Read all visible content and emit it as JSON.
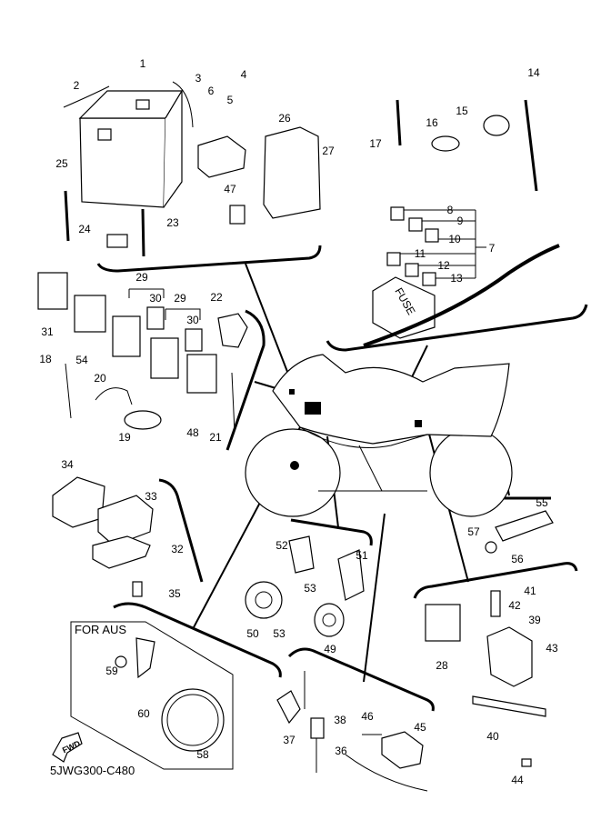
{
  "diagram": {
    "code": "5JWG300-C480",
    "region_note": "FOR AUS",
    "direction_marker": "FWD",
    "fuse_box_text": "FUSE",
    "callouts": [
      "1",
      "2",
      "3",
      "4",
      "5",
      "6",
      "26",
      "27",
      "47",
      "25",
      "24",
      "23",
      "14",
      "15",
      "16",
      "17",
      "8",
      "9",
      "10",
      "11",
      "12",
      "13",
      "7",
      "29",
      "30",
      "29",
      "30",
      "22",
      "31",
      "54",
      "18",
      "20",
      "19",
      "48",
      "21",
      "34",
      "33",
      "32",
      "35",
      "52",
      "51",
      "53",
      "53",
      "50",
      "49",
      "55",
      "57",
      "56",
      "41",
      "42",
      "39",
      "43",
      "28",
      "40",
      "44",
      "46",
      "45",
      "38",
      "37",
      "36",
      "59",
      "60",
      "58"
    ]
  }
}
